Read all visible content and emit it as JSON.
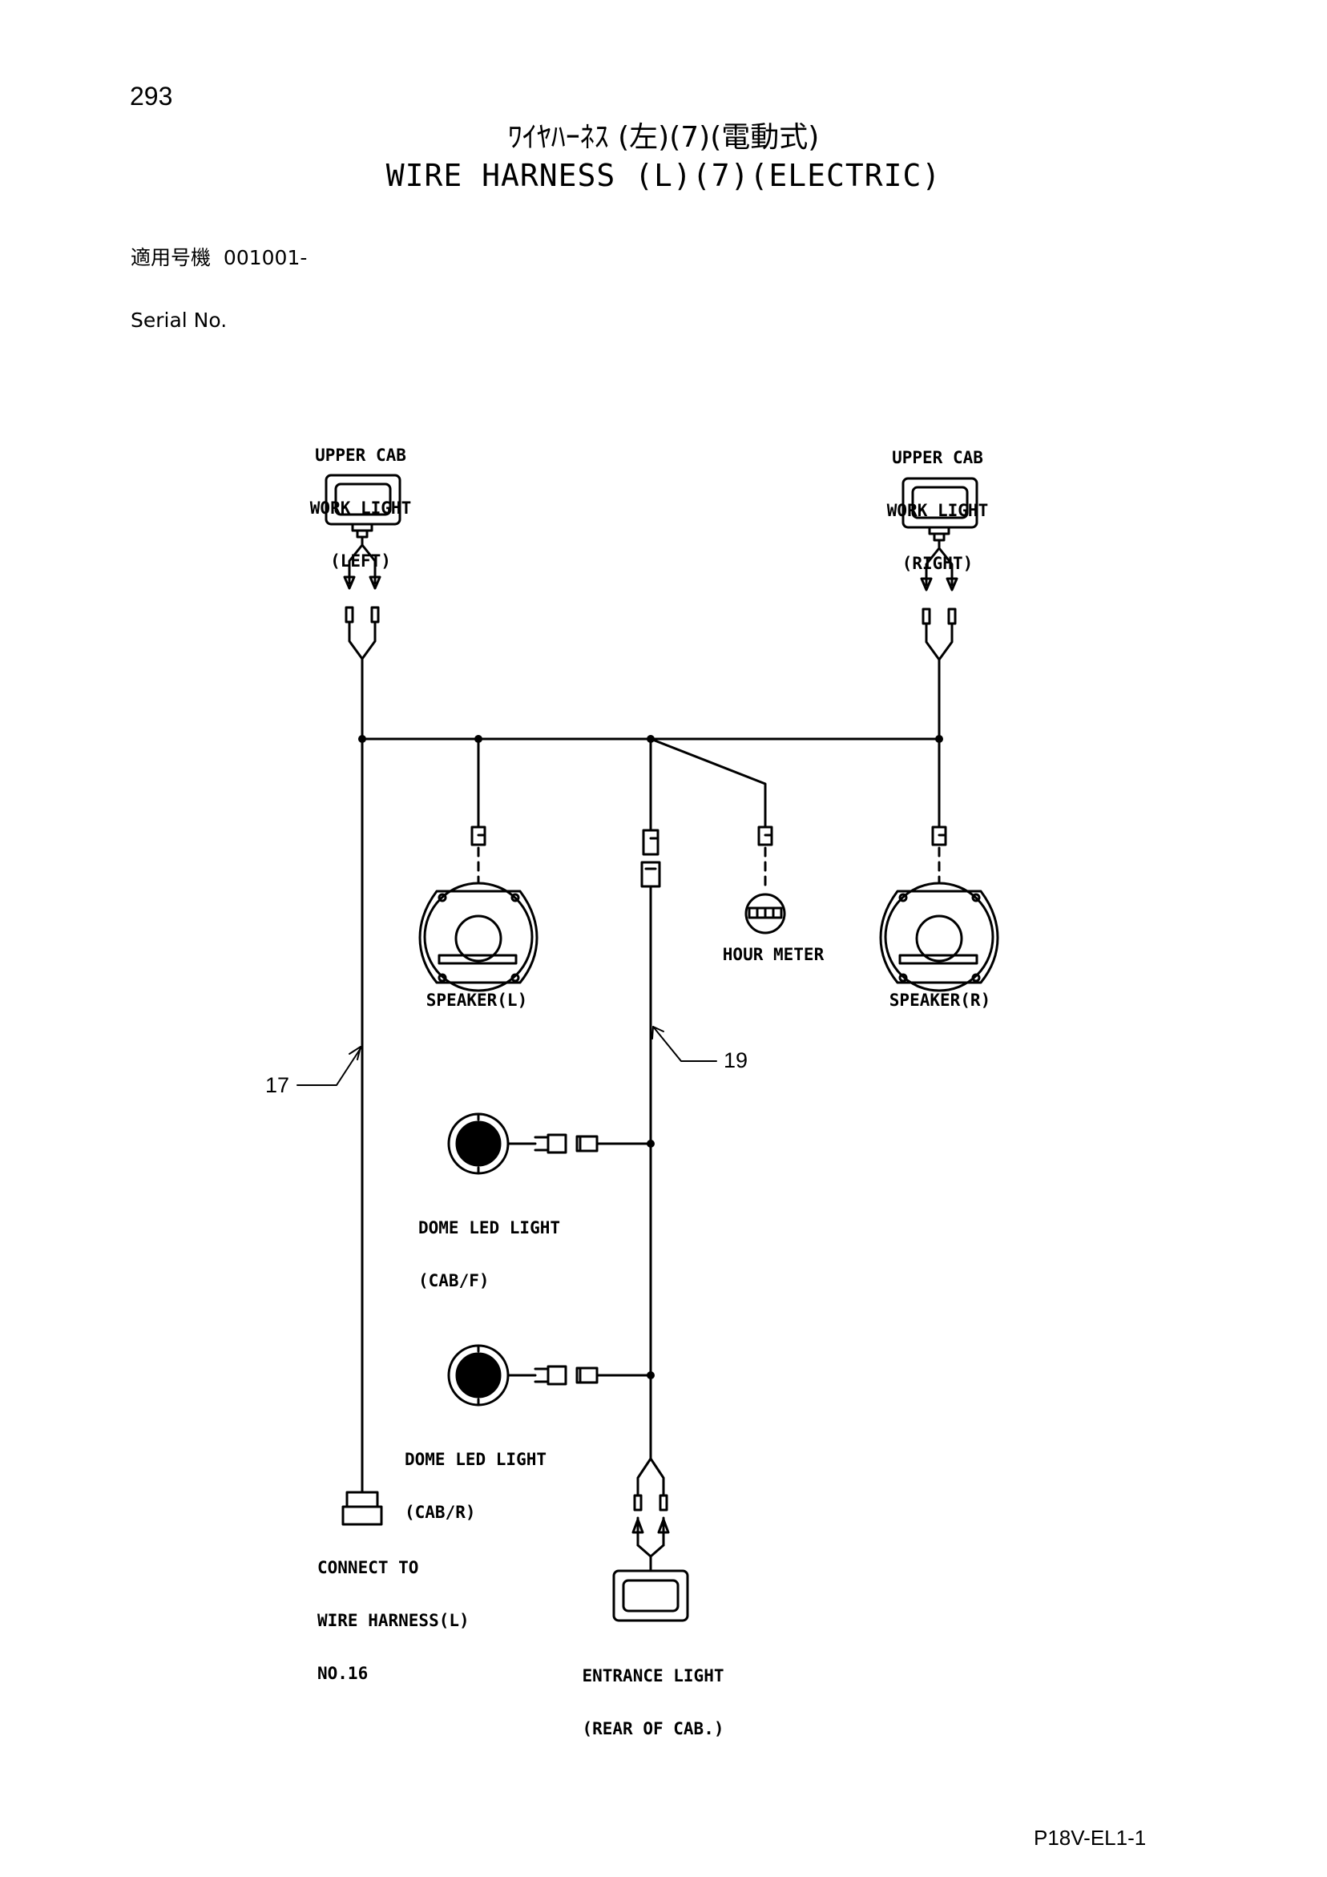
{
  "page": {
    "number": "293",
    "code": "P18V-EL1-1"
  },
  "title": {
    "japanese": "ﾜｲﾔﾊｰﾈｽ (左)(7)(電動式)",
    "english": "WIRE HARNESS (L)(7)(ELECTRIC)"
  },
  "serial": {
    "jp_label": "適用号機",
    "value": "001001-",
    "en_label": "Serial No."
  },
  "components": {
    "work_light_left": [
      "UPPER CAB",
      "WORK LIGHT",
      "(LEFT)"
    ],
    "work_light_right": [
      "UPPER CAB",
      "WORK LIGHT",
      "(RIGHT)"
    ],
    "speaker_left": "SPEAKER(L)",
    "speaker_right": "SPEAKER(R)",
    "hour_meter": "HOUR METER",
    "dome_front": [
      "DOME LED LIGHT",
      "(CAB/F)"
    ],
    "dome_rear": [
      "DOME LED LIGHT",
      "(CAB/R)"
    ],
    "connect_to": [
      "CONNECT TO",
      "WIRE HARNESS(L)",
      "NO.16"
    ],
    "entrance_light": [
      "ENTRANCE LIGHT",
      "(REAR OF CAB.)"
    ]
  },
  "callouts": {
    "harness_17": "17",
    "harness_19": "19"
  }
}
